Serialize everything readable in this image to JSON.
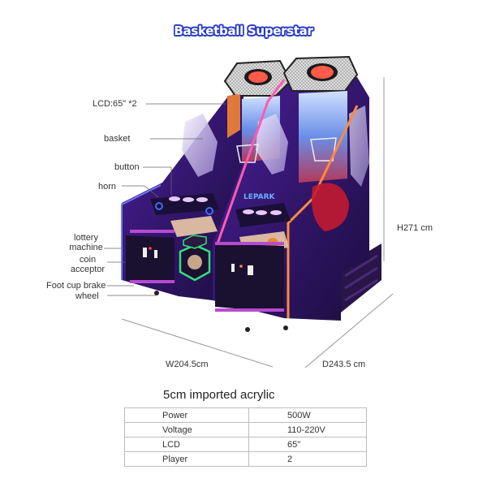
{
  "title": "Basketball Superstar",
  "colors": {
    "title_fill": "#ffffff",
    "title_outline": "#2a3cc4",
    "cabinet_purple": "#3a1a7a",
    "neon_pink": "#ff4fa8",
    "neon_orange": "#ff7a2a",
    "neon_green": "#35e07a",
    "neon_blue": "#3a5cff"
  },
  "callouts": [
    {
      "id": "lcd",
      "label": "LCD:65\" *2"
    },
    {
      "id": "basket",
      "label": "basket"
    },
    {
      "id": "button",
      "label": "button"
    },
    {
      "id": "horn",
      "label": "horn"
    },
    {
      "id": "lottery",
      "label": "lottery\nmachine",
      "line1": "lottery",
      "line2": "machine"
    },
    {
      "id": "coin",
      "label": "coin\nacceptor",
      "line1": "coin",
      "line2": "acceptor"
    },
    {
      "id": "brake",
      "label": "Foot cup brake"
    },
    {
      "id": "wheel",
      "label": "wheel"
    }
  ],
  "dimensions": {
    "height": "H271 cm",
    "width": "W204.5cm",
    "depth": "D243.5 cm"
  },
  "product_image": {
    "description": "Two-player basketball arcade cabinet with neon lighting",
    "brand_mark": "LEPARK"
  },
  "feature_note": "5cm imported acrylic",
  "specs": [
    {
      "key": "Power",
      "value": "500W"
    },
    {
      "key": "Voltage",
      "value": "110-220V"
    },
    {
      "key": "LCD",
      "value": "65\""
    },
    {
      "key": "Player",
      "value": "2"
    }
  ]
}
